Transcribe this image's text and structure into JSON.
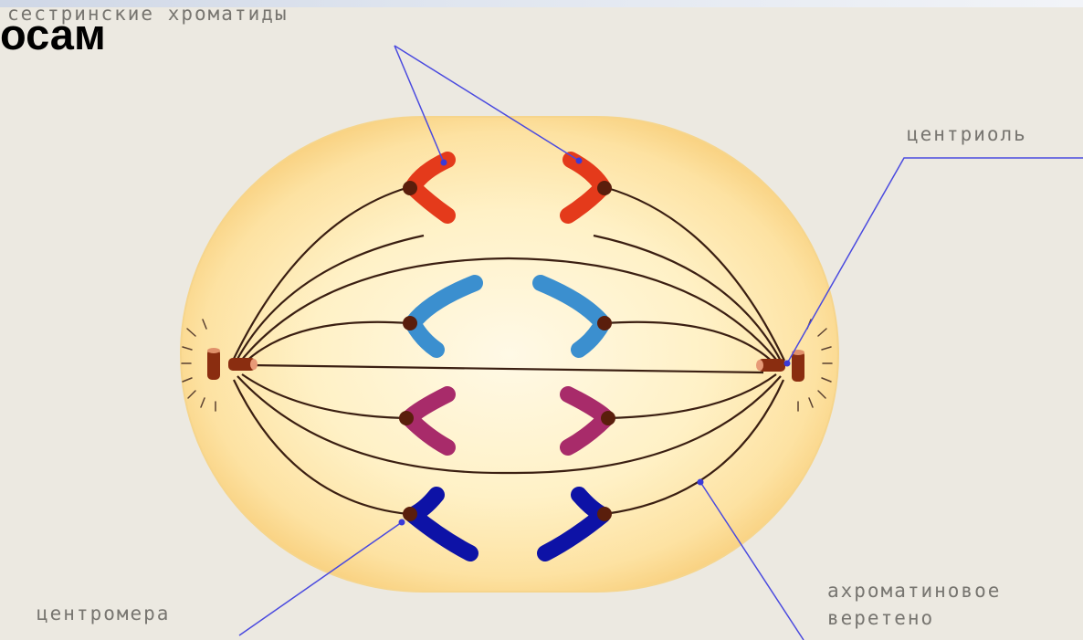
{
  "title_fragment": "осам",
  "labels": {
    "sister_chromatids": "сестринские хроматиды",
    "centriole": "центриоль",
    "centromere": "центромера",
    "spindle_line1": "ахроматиновое",
    "spindle_line2": "веретено"
  },
  "colors": {
    "background": "#ece9e1",
    "cell_outer": "#fbd98e",
    "cell_inner": "#fff7dc",
    "spindle_fiber": "#3b1f12",
    "centromere": "#5a1e0c",
    "pointer_line": "#4a4adf",
    "chromosome_red": "#e43a1b",
    "chromosome_lightblue": "#3b8fcf",
    "chromosome_magenta": "#a82b6a",
    "chromosome_darkblue": "#0d12a6",
    "centriole": "#8a2d10"
  }
}
